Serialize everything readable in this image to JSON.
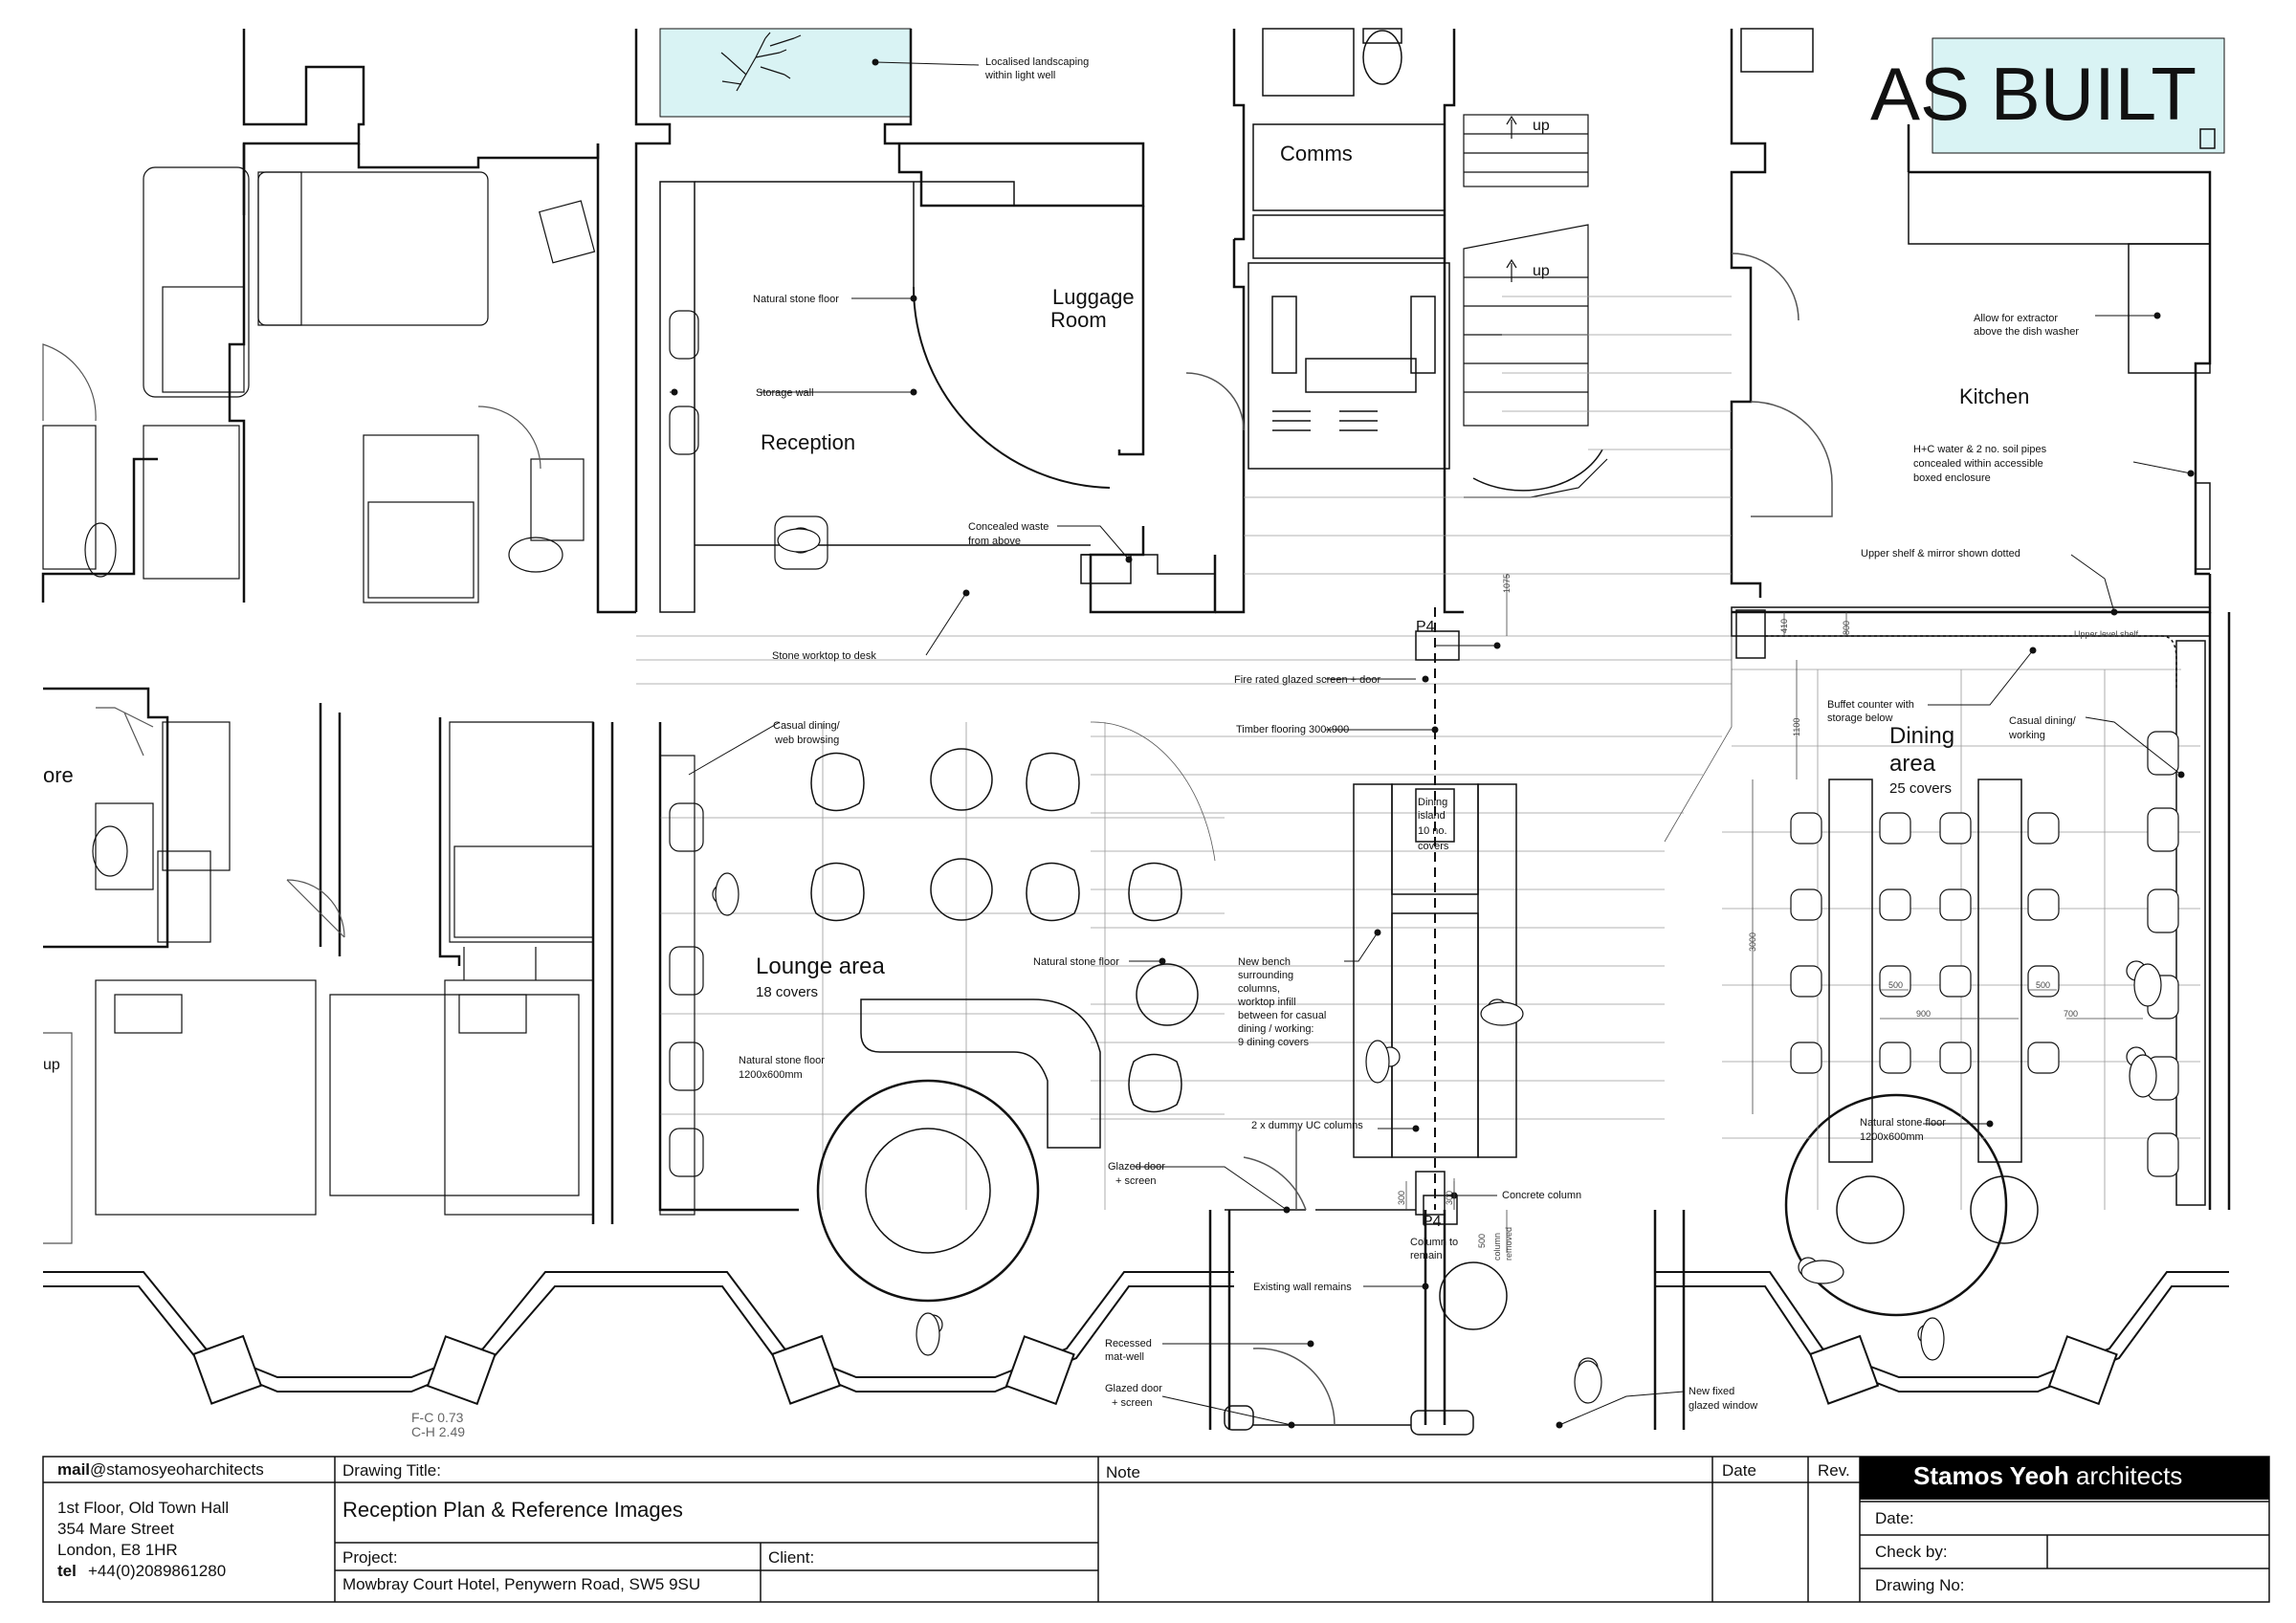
{
  "stamp": "AS BUILT",
  "rooms": {
    "comms": "Comms",
    "luggage_1": "Luggage",
    "luggage_2": "Room",
    "reception": "Reception",
    "kitchen": "Kitchen",
    "store": "ore",
    "lounge": "Lounge area",
    "lounge_covers": "18 covers",
    "dining_1": "Dining",
    "dining_2": "area",
    "dining_covers": "25 covers",
    "island_1": "Dining",
    "island_2": "island",
    "island_3": "10 no.",
    "island_4": "covers"
  },
  "stairs": {
    "up_a": "up",
    "up_b": "up",
    "up_c": "up"
  },
  "columns": {
    "p4_top": "P4",
    "p4_bottom": "P4"
  },
  "ceiling": {
    "fc": "F-C 0.73",
    "ch": "C-H 2.49"
  },
  "annotations": {
    "landscaping_1": "Localised landscaping",
    "landscaping_2": "within light well",
    "natural_stone_floor_a": "Natural stone floor",
    "storage_wall": "Storage wall",
    "concealed_waste_1": "Concealed waste",
    "concealed_waste_2": "from above",
    "stone_worktop": "Stone worktop to desk",
    "fire_screen": "Fire rated glazed screen + door",
    "timber_flooring": "Timber flooring 300x900",
    "casual_web_1": "Casual dining/",
    "casual_web_2": "web browsing",
    "natural_stone_floor_b": "Natural stone floor",
    "bench_1": "New bench",
    "bench_2": "surrounding",
    "bench_3": "columns,",
    "bench_4": "worktop infill",
    "bench_5": "between for casual",
    "bench_6": "dining / working:",
    "bench_7": "9 dining covers",
    "stone_1200_a1": "Natural stone floor",
    "stone_1200_a2": "1200x600mm",
    "dummy_columns": "2 x dummy UC columns",
    "glazed_door_a1": "Glazed door",
    "glazed_door_a2": "+ screen",
    "concrete_column": "Concrete column",
    "column_remain_1": "Column to",
    "column_remain_2": "remain",
    "existing_wall": "Existing wall remains",
    "recessed_1": "Recessed",
    "recessed_2": "mat-well",
    "glazed_door_b1": "Glazed door",
    "glazed_door_b2": "+ screen",
    "fixed_window_1": "New fixed",
    "fixed_window_2": "glazed window",
    "extractor_1": "Allow for extractor",
    "extractor_2": "above the dish washer",
    "hc_1": "H+C water & 2 no. soil pipes",
    "hc_2": "concealed within accessible",
    "hc_3": "boxed enclosure",
    "upper_shelf": "Upper shelf & mirror shown dotted",
    "upper_level_shelf": "Upper level shelf",
    "buffet_1": "Buffet counter with",
    "buffet_2": "storage below",
    "casual_work_1": "Casual dining/",
    "casual_work_2": "working",
    "stone_1200_b1": "Natural stone floor",
    "stone_1200_b2": "1200x600mm"
  },
  "dimensions": {
    "d1075": "1075",
    "d410": "410",
    "d800": "800",
    "d1100": "1100",
    "d3000": "3000",
    "d500a": "500",
    "d500b": "500",
    "d900": "900",
    "d700": "700",
    "d300a": "300",
    "d300b": "300",
    "removed_1": "500",
    "removed_2": "column",
    "removed_3": "removed"
  },
  "title_block": {
    "email_prefix": "mail",
    "email_rest": "@stamosyeoharchitects",
    "address_1": "1st Floor, Old Town Hall",
    "address_2": "354 Mare Street",
    "address_3": "London, E8 1HR",
    "tel_label": "tel",
    "tel_value": "+44(0)2089861280",
    "drawing_title_label": "Drawing Title:",
    "drawing_title": "Reception Plan & Reference Images",
    "project_label": "Project:",
    "project": "Mowbray Court Hotel, Penywern Road, SW5 9SU",
    "client_label": "Client:",
    "note_label": "Note",
    "date_col": "Date",
    "rev_col": "Rev.",
    "firm_bold": "Stamos Yeoh",
    "firm_rest": " architects",
    "date_label": "Date:",
    "check_label": "Check by:",
    "drawing_no_label": "Drawing No:"
  },
  "colors": {
    "line": "#111111",
    "light_line": "#9a9a9a",
    "glazing": "#d9f3f4",
    "banner": "#000000"
  }
}
